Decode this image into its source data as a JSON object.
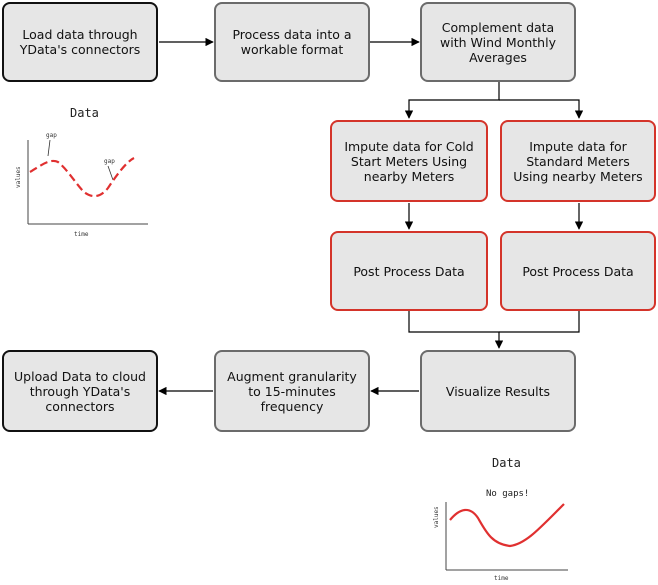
{
  "nodes": {
    "load": "Load data through YData's connectors",
    "process": "Process data into a workable format",
    "complement": "Complement data with Wind Monthly Averages",
    "impute_cold": "Impute data for Cold Start Meters Using nearby Meters",
    "impute_standard": "Impute data for Standard Meters Using nearby Meters",
    "post_left": "Post Process Data",
    "post_right": "Post Process Data",
    "visualize": "Visualize Results",
    "augment": "Augment granularity to 15-minutes frequency",
    "upload": "Upload Data to cloud through YData's connectors"
  },
  "sketch_before": {
    "title": "Data",
    "gap_label_1": "gap",
    "gap_label_2": "gap",
    "ylabel": "values",
    "xlabel": "time"
  },
  "sketch_after": {
    "title": "Data",
    "note": "No gaps!",
    "ylabel": "values",
    "xlabel": "time"
  },
  "colors": {
    "box_fill": "#e6e6e6",
    "gray_border": "#6b6b6b",
    "black_border": "#111111",
    "red_border": "#d4342a",
    "series_red": "#e03030"
  }
}
